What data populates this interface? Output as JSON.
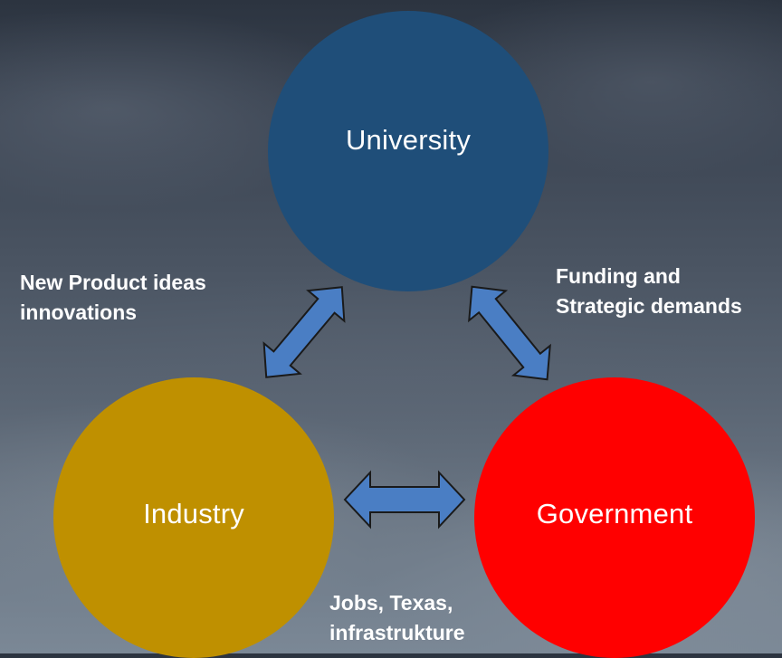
{
  "colors": {
    "university": "#1f4e79",
    "industry": "#bf9000",
    "government": "#ff0000",
    "arrow_fill": "#4a7ec4",
    "arrow_stroke": "#1a1a1a"
  },
  "nodes": {
    "university": "University",
    "industry": "Industry",
    "government": "Government"
  },
  "edges": {
    "university_industry": "New Product ideas\ninnovations",
    "university_government": "Funding and\nStrategic demands",
    "industry_government": "Jobs, Texas,\ninfrastrukture"
  }
}
